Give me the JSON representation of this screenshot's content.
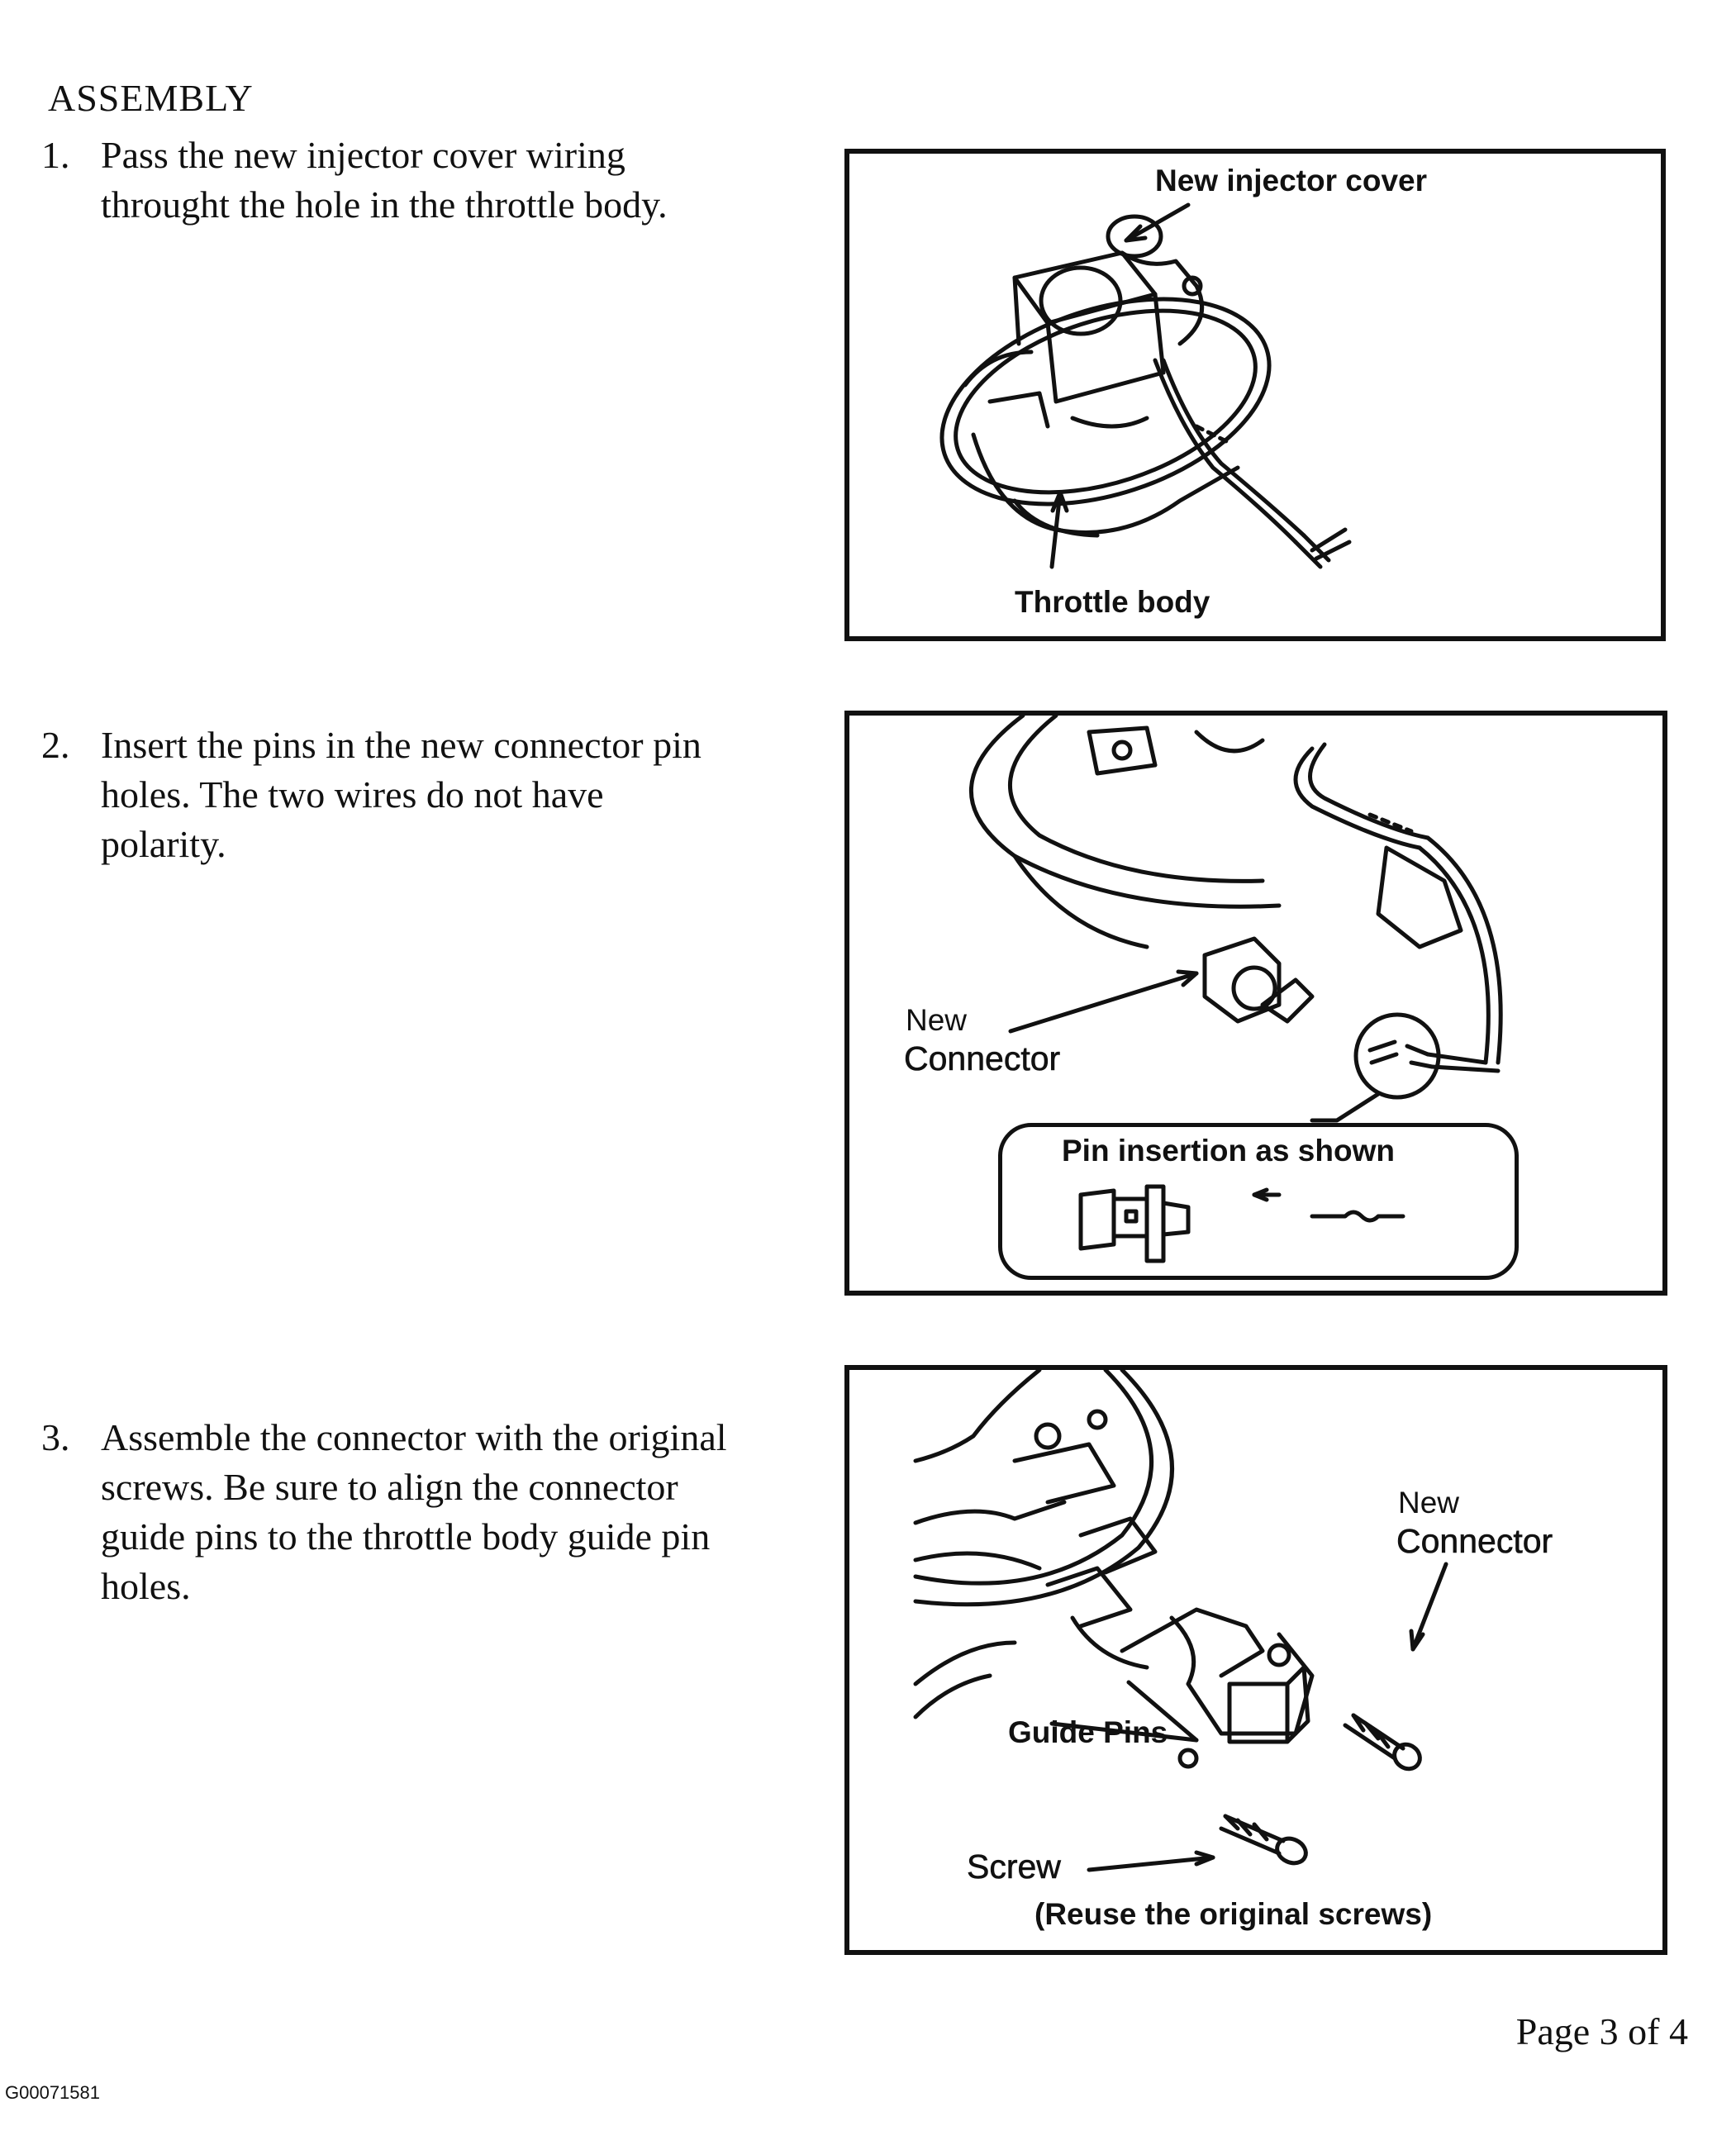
{
  "heading": "ASSEMBLY",
  "steps": [
    {
      "number": "1.",
      "lines": [
        "Pass the new injector cover wiring",
        "throught the hole in the throttle body."
      ],
      "figure": {
        "labels": [
          "New injector cover",
          "Throttle body"
        ]
      }
    },
    {
      "number": "2.",
      "lines": [
        "Insert the pins in the new connector pin",
        "holes.  The two wires do not have",
        "polarity."
      ],
      "figure": {
        "labels": [
          "New",
          "Connector",
          "Pin insertion as shown"
        ]
      }
    },
    {
      "number": "3.",
      "lines": [
        "Assemble the connector with the original",
        "screws.  Be sure to align the connector",
        "guide pins to the throttle body guide pin",
        "holes."
      ],
      "figure": {
        "labels": [
          "New",
          "Connector",
          "Guide Pins",
          "Screw",
          "(Reuse the original screws)"
        ]
      }
    }
  ],
  "footer": {
    "page": "Page 3 of 4",
    "code": "G00071581"
  }
}
